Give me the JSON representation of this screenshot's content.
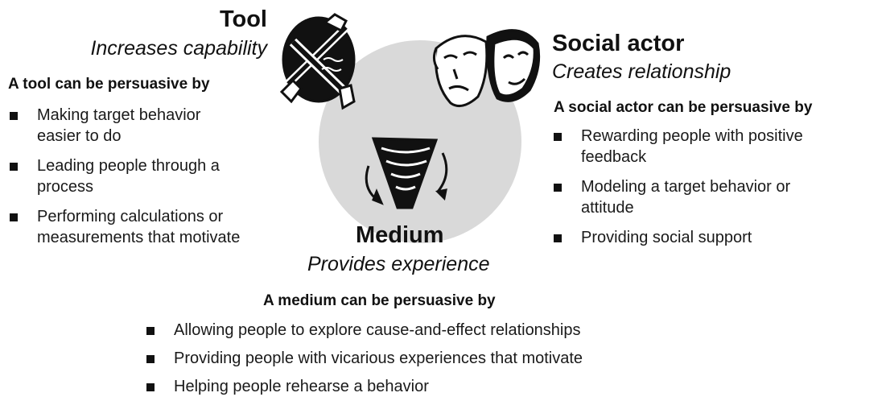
{
  "colors": {
    "circle": "#d9d9d9",
    "text": "#111111",
    "icon": "#111111"
  },
  "tool": {
    "title": "Tool",
    "subtitle": "Increases capability",
    "heading": "A tool can be persuasive by",
    "icon": "hammer-and-wrench-tools-icon",
    "items": [
      "Making target behavior easier to do",
      "Leading people through a process",
      "Performing calculations or measurements that motivate"
    ]
  },
  "social": {
    "title": "Social actor",
    "subtitle": "Creates relationship",
    "heading": "A social actor can be persuasive by",
    "icon": "theater-masks-icon",
    "items": [
      "Rewarding people with positive feedback",
      "Modeling a target behavior or attitude",
      "Providing social support"
    ]
  },
  "medium": {
    "title": "Medium",
    "subtitle": "Provides experience",
    "heading": "A medium can be persuasive by",
    "icon": "swirling-funnel-icon",
    "items": [
      "Allowing people to explore cause-and-effect relationships",
      "Providing people with vicarious experiences that motivate",
      "Helping people rehearse a behavior"
    ]
  }
}
